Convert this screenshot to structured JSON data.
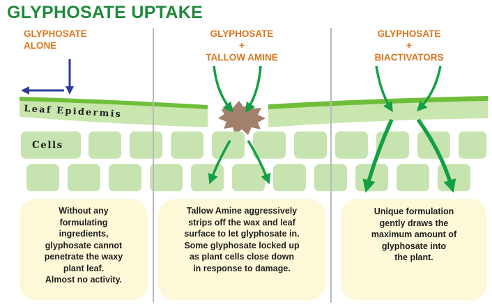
{
  "title": "GLYPHOSATE UPTAKE",
  "panels": [
    {
      "header": "GLYPHOSATE\nALONE",
      "description": "Without any\nformulating\ningredients,\nglyphosate cannot\npenetrate the waxy\nplant leaf.\nAlmost no activity."
    },
    {
      "header": "GLYPHOSATE\n+\nTALLOW AMINE",
      "description": "Tallow Amine aggressively\nstrips off the wax and leaf\nsurface to let glyphosate in.\nSome glyphosate locked up\nas plant cells close down\nin response to damage."
    },
    {
      "header": "GLYPHOSATE\n+\nBIACTIVATORS",
      "description": "Unique formulation\ngently draws the\nmaximum amount of\nglyphosate into\nthe plant."
    }
  ],
  "labels": {
    "leaf_epidermis": "Leaf Epidermis",
    "cells": "Cells"
  },
  "colors": {
    "title": "#1f8a3b",
    "header": "#d9761e",
    "wax": "#6fbe3a",
    "epidermis": "#c9e6ae",
    "cell": "#c6e3b0",
    "arrow_green": "#12a043",
    "arrow_blue": "#2e3c99",
    "damage": "#a2806b",
    "box": "#fdf9d8"
  }
}
